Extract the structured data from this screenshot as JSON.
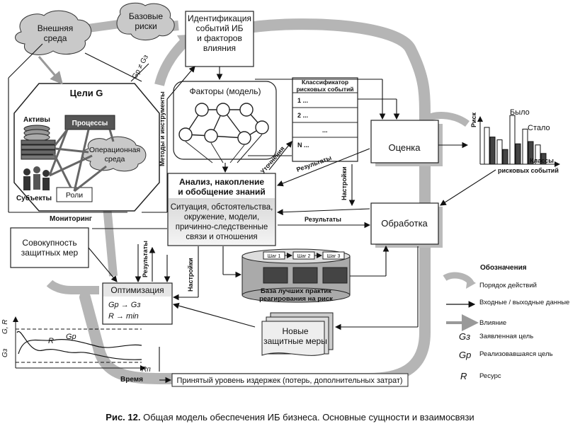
{
  "nodes": {
    "external_env": [
      "Внешняя",
      "среда"
    ],
    "base_risks": [
      "Базовые",
      "риски"
    ],
    "identification": [
      "Идентификация",
      "событий ИБ",
      "и факторов",
      "влияния"
    ],
    "goals_title": "Цели G",
    "assets": "Активы",
    "processes": "Процессы",
    "operational_env": [
      "Операционная",
      "среда"
    ],
    "subjects": "Субъекты",
    "roles": "Роли",
    "monitoring": "Мониторинг",
    "factors": "Факторы (модель)",
    "methods": "Методы и инструменты",
    "classifier": [
      "Классификатор",
      "рисковых событий"
    ],
    "classifier_rows": [
      "1 ...",
      "2 ...",
      "...",
      "N ..."
    ],
    "refinement": "Уточнения",
    "results": "Результаты",
    "settings": "Настройки",
    "assessment": "Оценка",
    "processing": "Обработка",
    "analysis_title": [
      "Анализ, накопление",
      "и обобщение знаний"
    ],
    "analysis_body": [
      "Ситуация, обстоятельства,",
      "окружение, модели,",
      "причинно-следственные",
      "связи и отношения"
    ],
    "protective_set": [
      "Совокупность",
      "защитных мер"
    ],
    "optimization": "Оптимизация",
    "opt_formula1": "Gр → Gз",
    "opt_formula2": "R → min",
    "best_practice_steps": [
      "Шаг 1",
      "Шаг 2",
      "Шаг 3"
    ],
    "best_practice_base": [
      "База лучших практик",
      "реагирования на риск"
    ],
    "new_measures": [
      "Новые",
      "защитные меры"
    ],
    "goal_ineq": "Gр ≠ Gз",
    "acceptable_level": "Принятый уровень издержек (потерь, дополнительных затрат)"
  },
  "mini_chart": {
    "y_axis_top": "G, R",
    "y_axis_side": "Gз",
    "x_axis": "Время",
    "label_R": "R",
    "label_Gp": "Gр",
    "label_Rn": "Rп"
  },
  "risk_chart": {
    "y_axis": "Риск",
    "was": "Было",
    "became": "Стало",
    "x_axis": [
      "Классы",
      "рисковых событий"
    ]
  },
  "legend": {
    "title": "Обозначения",
    "items": [
      "Порядок действий",
      "Входные / выходные данные",
      "Влияние",
      "Заявленная цель",
      "Реализовавшаяся цель",
      "Ресурс"
    ],
    "symbols": [
      "Gз",
      "Gр",
      "R"
    ]
  },
  "caption": {
    "label": "Рис. 12.",
    "text": "Общая модель обеспечения ИБ бизнеса. Основные сущности и взаимосвязи"
  },
  "chart_data": {
    "type": "bar",
    "series": [
      {
        "name": "Было",
        "values": [
          6.5,
          4.3,
          8.6,
          6.2,
          3.4
        ]
      },
      {
        "name": "Стало",
        "values": [
          4.8,
          2.6,
          3.6,
          4.0,
          1.9
        ]
      }
    ],
    "ylabel": "Риск",
    "xlabel": "Классы рисковых событий"
  }
}
